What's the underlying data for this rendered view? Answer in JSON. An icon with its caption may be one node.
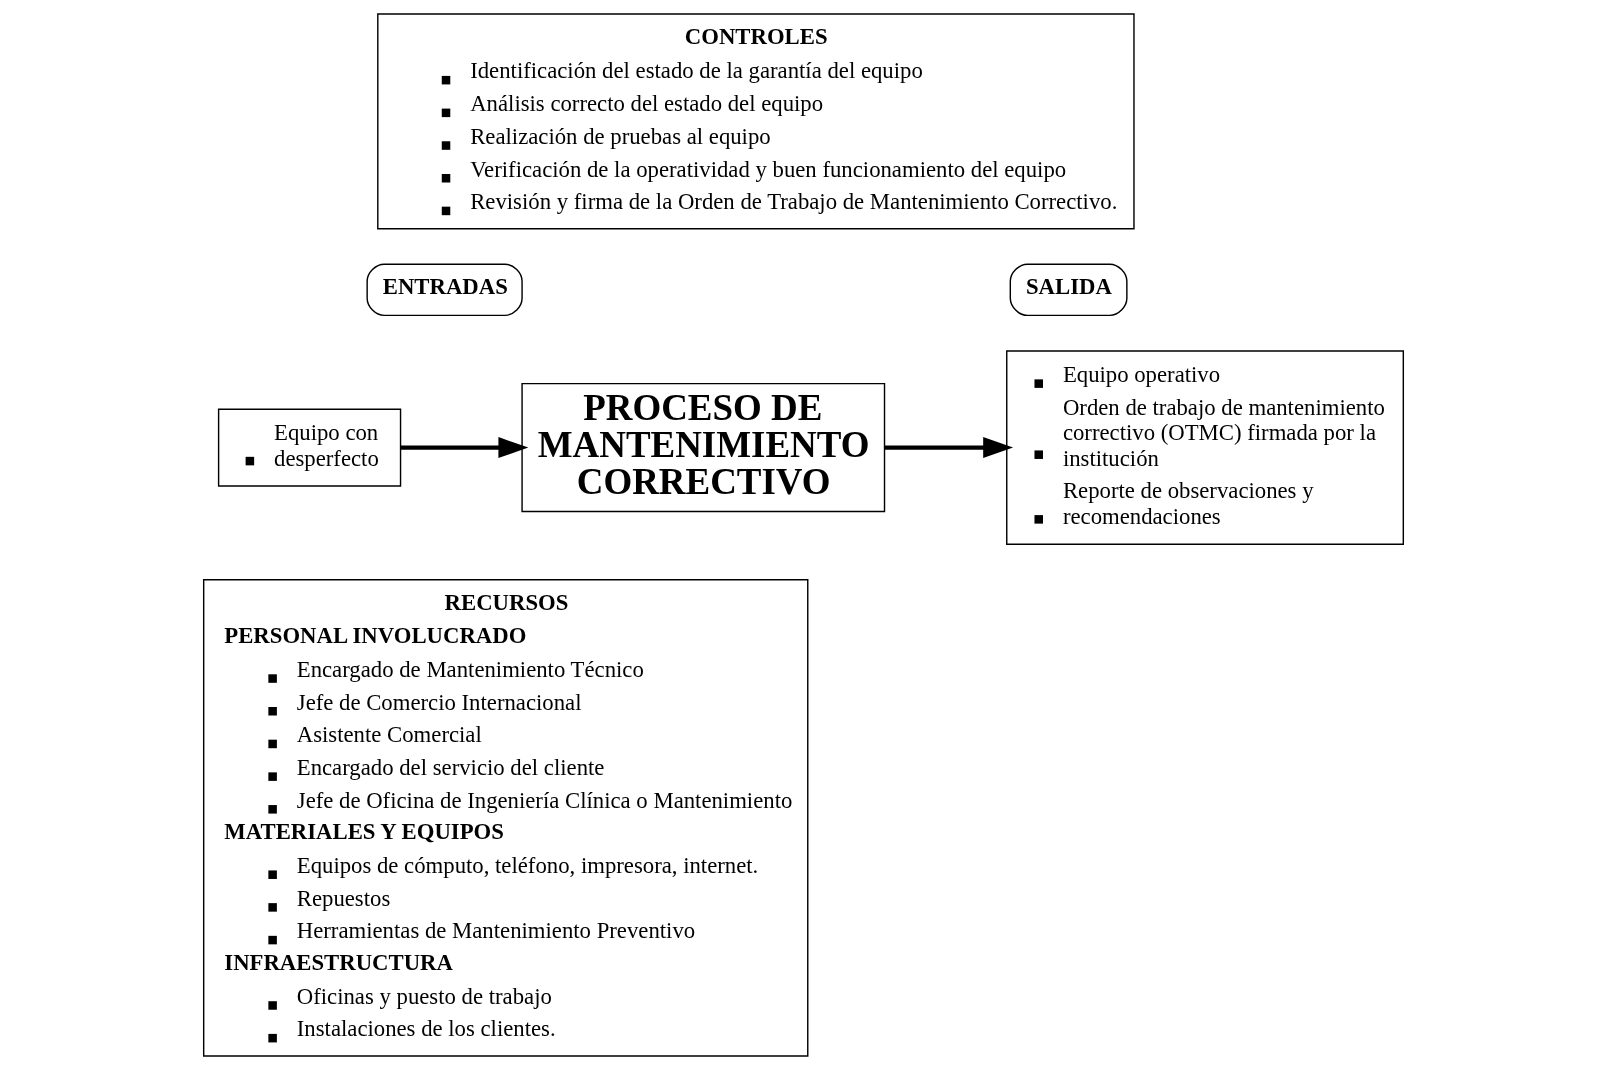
{
  "diagram": {
    "nodes": [
      {
        "text": [
          "CONTROLES",
          "Identificación del estado de la garantía del equipo",
          "Análisis correcto del estado del equipo",
          "Realización de pruebas al equipo",
          "Verificación de la operatividad y buen funcionamiento del equipo",
          "Revisión y firma de la Orden de Trabajo de Mantenimiento Correctivo."
        ]
      },
      {
        "text": [
          "ENTRADAS"
        ]
      },
      {
        "text": [
          "Equipo con desperfecto"
        ]
      },
      {
        "text": [
          "PROCESO DE MANTENIMIENTO CORRECTIVO"
        ]
      },
      {
        "text": [
          "SALIDA"
        ]
      },
      {
        "text": [
          "Equipo operativo",
          "Orden de trabajo de mantenimiento correctivo (OTMC) firmada por la institución",
          "Reporte de observaciones y recomendaciones"
        ]
      },
      {
        "text": [
          "RECURSOS",
          "PERSONAL INVOLUCRADO",
          "Encargado de Mantenimiento Técnico",
          "Jefe de Comercio Internacional",
          "Asistente Comercial",
          "Encargado del servicio del cliente",
          "Jefe de Oficina de Ingeniería Clínica o Mantenimiento",
          "MATERIALES Y EQUIPOS",
          "Equipos de cómputo, teléfono, impresora, internet.",
          "Repuestos",
          "Herramientas de Mantenimiento Preventivo",
          "INFRAESTRUCTURA",
          "Oficinas y puesto de trabajo",
          "Instalaciones de los clientes."
        ]
      }
    ],
    "edges": [
      {
        "from": 2,
        "to": 3,
        "arrow": "to"
      },
      {
        "from": 3,
        "to": 5,
        "arrow": "to"
      }
    ]
  }
}
